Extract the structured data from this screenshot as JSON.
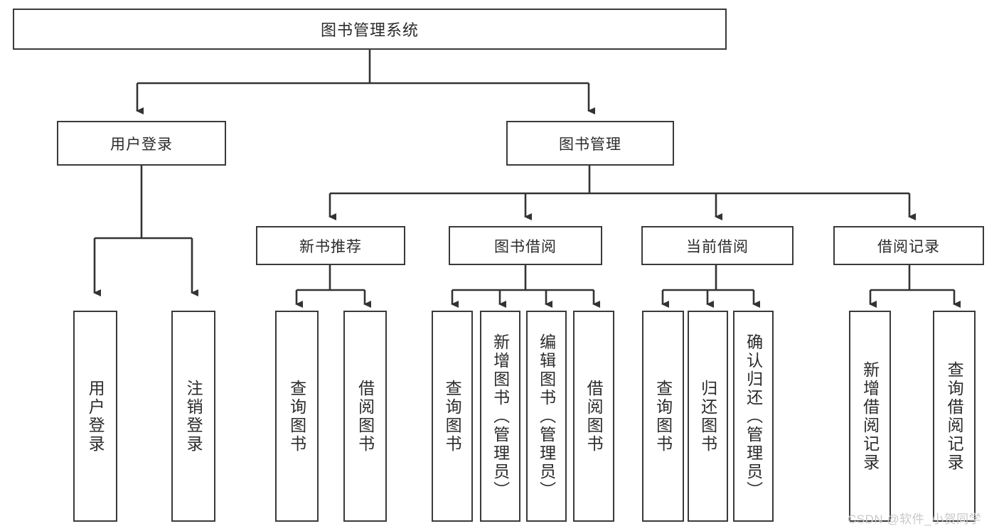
{
  "diagram": {
    "type": "tree-hierarchy",
    "root": {
      "id": "root",
      "label": "图书管理系统"
    },
    "level1": [
      {
        "id": "user-login",
        "label": "用户登录"
      },
      {
        "id": "book-management",
        "label": "图书管理"
      }
    ],
    "level2": [
      {
        "id": "new-book-recommend",
        "label": "新书推荐",
        "parent": "book-management"
      },
      {
        "id": "book-borrow",
        "label": "图书借阅",
        "parent": "book-management"
      },
      {
        "id": "current-borrow",
        "label": "当前借阅",
        "parent": "book-management"
      },
      {
        "id": "borrow-record",
        "label": "借阅记录",
        "parent": "book-management"
      }
    ],
    "leaves": [
      {
        "id": "leaf-user-login",
        "label": "用户登录",
        "parent": "user-login"
      },
      {
        "id": "leaf-user-logout",
        "label": "注销登录",
        "parent": "user-login"
      },
      {
        "id": "leaf-query-book-1",
        "label": "查询图书",
        "parent": "new-book-recommend"
      },
      {
        "id": "leaf-borrow-book-1",
        "label": "借阅图书",
        "parent": "new-book-recommend"
      },
      {
        "id": "leaf-query-book-2",
        "label": "查询图书",
        "parent": "book-borrow"
      },
      {
        "id": "leaf-add-book",
        "label": "新增图书（管理员）",
        "parent": "book-borrow"
      },
      {
        "id": "leaf-edit-book",
        "label": "编辑图书（管理员）",
        "parent": "book-borrow"
      },
      {
        "id": "leaf-borrow-book-2",
        "label": "借阅图书",
        "parent": "book-borrow"
      },
      {
        "id": "leaf-query-book-3",
        "label": "查询图书",
        "parent": "current-borrow"
      },
      {
        "id": "leaf-return-book",
        "label": "归还图书",
        "parent": "current-borrow"
      },
      {
        "id": "leaf-confirm-return",
        "label": "确认归还（管理员）",
        "parent": "current-borrow"
      },
      {
        "id": "leaf-add-record",
        "label": "新增借阅记录",
        "parent": "borrow-record"
      },
      {
        "id": "leaf-query-record",
        "label": "查询借阅记录",
        "parent": "borrow-record"
      }
    ]
  },
  "watermark": {
    "text": "CSDN @软件_小贺同学"
  },
  "colors": {
    "box_border": "#3a3a3a",
    "line": "#333333",
    "text": "#2b2b2b",
    "background": "#ffffff",
    "watermark": "#c9c9c9"
  }
}
